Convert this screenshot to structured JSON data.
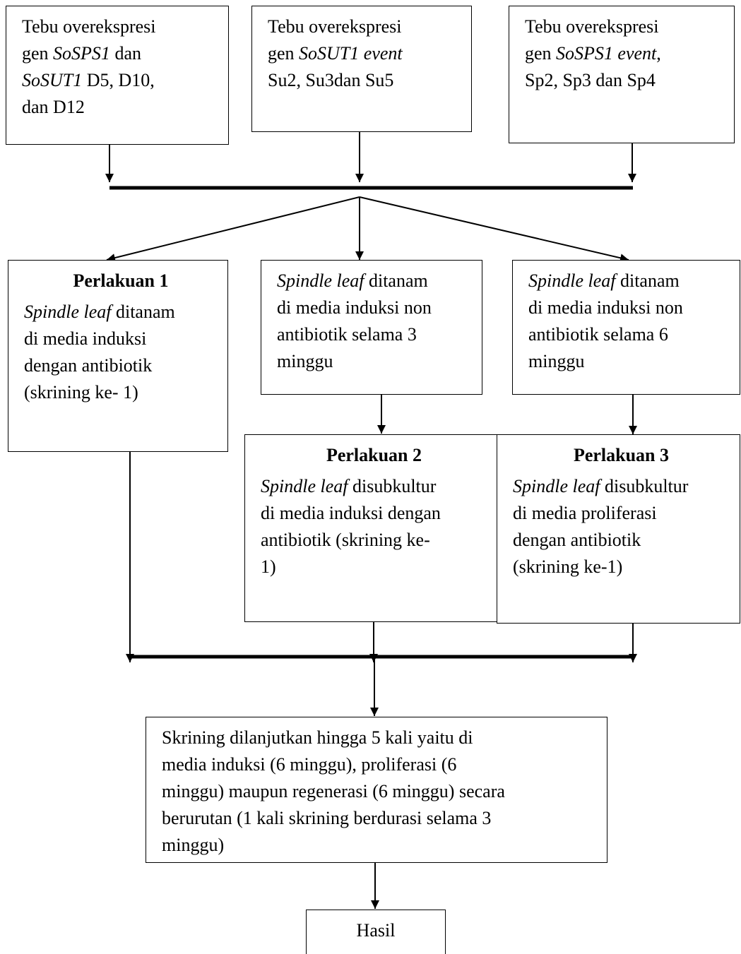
{
  "diagram": {
    "top_boxes": [
      {
        "lines": [
          [
            {
              "t": "Tebu overekspresi"
            }
          ],
          [
            {
              "t": "gen "
            },
            {
              "t": "SoSPS1",
              "i": true
            },
            {
              "t": " dan"
            }
          ],
          [
            {
              "t": "SoSUT1",
              "i": true
            },
            {
              "t": " D5, D10,"
            }
          ],
          [
            {
              "t": "dan D12"
            }
          ]
        ]
      },
      {
        "lines": [
          [
            {
              "t": "Tebu overekspresi"
            }
          ],
          [
            {
              "t": "gen "
            },
            {
              "t": "SoSUT1 event",
              "i": true
            }
          ],
          [
            {
              "t": "Su2, Su3dan Su5"
            }
          ]
        ]
      },
      {
        "lines": [
          [
            {
              "t": "Tebu overekspresi"
            }
          ],
          [
            {
              "t": "gen "
            },
            {
              "t": "SoSPS1 event",
              "i": true
            },
            {
              "t": ","
            }
          ],
          [
            {
              "t": "Sp2, Sp3 dan Sp4"
            }
          ]
        ]
      }
    ],
    "perlakuan1": {
      "heading": "Perlakuan 1",
      "lines": [
        [
          {
            "t": "Spindle leaf",
            "i": true
          },
          {
            "t": " ditanam"
          }
        ],
        [
          {
            "t": "di media induksi"
          }
        ],
        [
          {
            "t": "dengan antibiotik"
          }
        ],
        [
          {
            "t": "(skrining ke- 1)"
          }
        ]
      ]
    },
    "spindle_3": {
      "lines": [
        [
          {
            "t": "Spindle leaf",
            "i": true
          },
          {
            "t": " ditanam"
          }
        ],
        [
          {
            "t": "di media induksi non"
          }
        ],
        [
          {
            "t": "antibiotik selama 3"
          }
        ],
        [
          {
            "t": "minggu"
          }
        ]
      ]
    },
    "spindle_6": {
      "lines": [
        [
          {
            "t": "Spindle leaf",
            "i": true
          },
          {
            "t": " ditanam"
          }
        ],
        [
          {
            "t": "di media induksi non"
          }
        ],
        [
          {
            "t": "antibiotik selama 6"
          }
        ],
        [
          {
            "t": "minggu"
          }
        ]
      ]
    },
    "perlakuan2": {
      "heading": "Perlakuan 2",
      "lines": [
        [
          {
            "t": "Spindle leaf",
            "i": true
          },
          {
            "t": " disubkultur"
          }
        ],
        [
          {
            "t": "di media induksi dengan"
          }
        ],
        [
          {
            "t": "antibiotik (skrining ke-"
          }
        ],
        [
          {
            "t": "1)"
          }
        ]
      ]
    },
    "perlakuan3": {
      "heading": "Perlakuan 3",
      "lines": [
        [
          {
            "t": "Spindle leaf",
            "i": true
          },
          {
            "t": " disubkultur"
          }
        ],
        [
          {
            "t": "di media proliferasi"
          }
        ],
        [
          {
            "t": "dengan antibiotik"
          }
        ],
        [
          {
            "t": "(skrining ke-1)"
          }
        ]
      ]
    },
    "screening": {
      "lines": [
        [
          {
            "t": "Skrining dilanjutkan hingga 5 kali yaitu di"
          }
        ],
        [
          {
            "t": "media induksi (6 minggu), proliferasi (6"
          }
        ],
        [
          {
            "t": "minggu) maupun regenerasi (6 minggu) secara"
          }
        ],
        [
          {
            "t": "berurutan (1 kali skrining berdurasi selama 3"
          }
        ],
        [
          {
            "t": "minggu)"
          }
        ]
      ]
    },
    "result": {
      "label": "Hasil"
    }
  }
}
